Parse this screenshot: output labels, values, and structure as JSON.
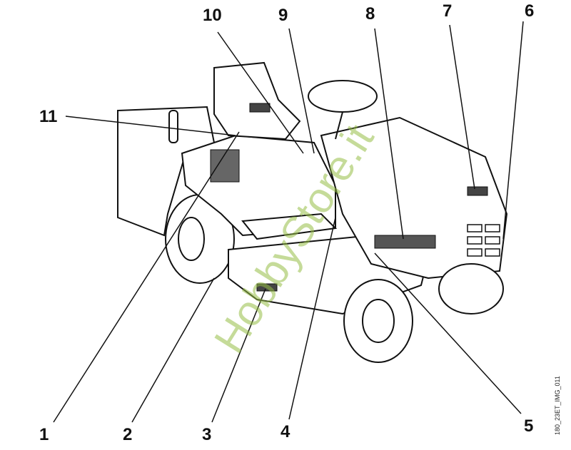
{
  "callouts": [
    "1",
    "2",
    "3",
    "4",
    "5",
    "6",
    "7",
    "8",
    "9",
    "10",
    "11"
  ],
  "image_code": "180_23ET_IMG_011",
  "watermark": "HobbyStore.it",
  "colors": {
    "line": "#111111",
    "watermark": "#96be46"
  }
}
